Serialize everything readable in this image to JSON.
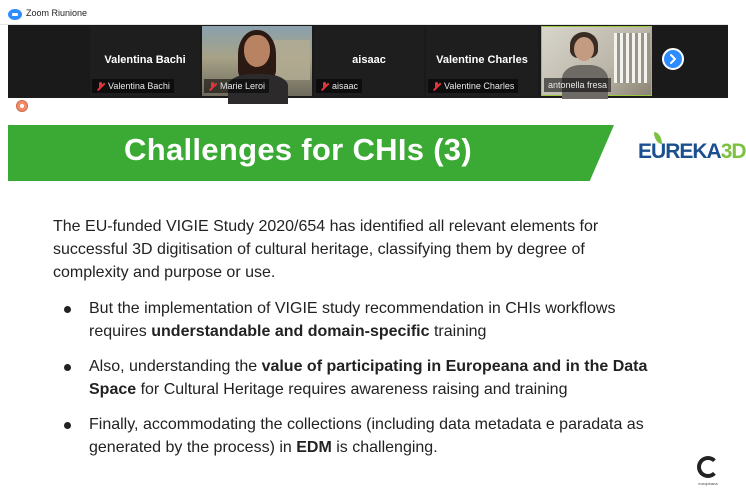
{
  "window": {
    "title": "Zoom Riunione"
  },
  "participants": [
    {
      "display_name": "Valentina Bachi",
      "footer_name": "Valentina Bachi",
      "video": false,
      "muted": true
    },
    {
      "display_name": "",
      "footer_name": "Marie Leroi",
      "video": true,
      "muted": true
    },
    {
      "display_name": "aisaac",
      "footer_name": "aisaac",
      "video": false,
      "muted": true
    },
    {
      "display_name": "Valentine Charles",
      "footer_name": "Valentine Charles",
      "video": false,
      "muted": true
    },
    {
      "display_name": "",
      "footer_name": "antonella fresa",
      "video": true,
      "muted": false,
      "active_speaker": true
    }
  ],
  "gallery": {
    "next_icon": "chevron-right-icon"
  },
  "recording": {
    "icon": "recording-icon"
  },
  "slide": {
    "title": "Challenges for CHIs (3)",
    "logo": {
      "part1": "EU",
      "part2": "REKA",
      "part3": "3D"
    },
    "intro": "The EU-funded VIGIE Study 2020/654 has identified all relevant elements for successful 3D digitisation of cultural heritage, classifying them by degree of complexity and purpose or use.",
    "bullets": [
      {
        "before": "But the implementation of VIGIE study recommendation in CHIs workflows requires ",
        "bold": "understandable and domain-specific",
        "after": " training"
      },
      {
        "before": "Also, understanding the ",
        "bold": "value of participating in Europeana and in the Data Space",
        "after": " for Cultural Heritage requires awareness raising and training"
      },
      {
        "before": "Finally, accommodating the collections (including data metadata e paradata as generated by the process) in ",
        "bold": "EDM",
        "after": " is challenging."
      }
    ],
    "corner_logo_text": "europeana"
  },
  "colors": {
    "title_bar": "#3aaa35",
    "zoom_blue": "#2d8cff",
    "muted_red": "#e0353a",
    "active_border": "#9bc53d"
  }
}
